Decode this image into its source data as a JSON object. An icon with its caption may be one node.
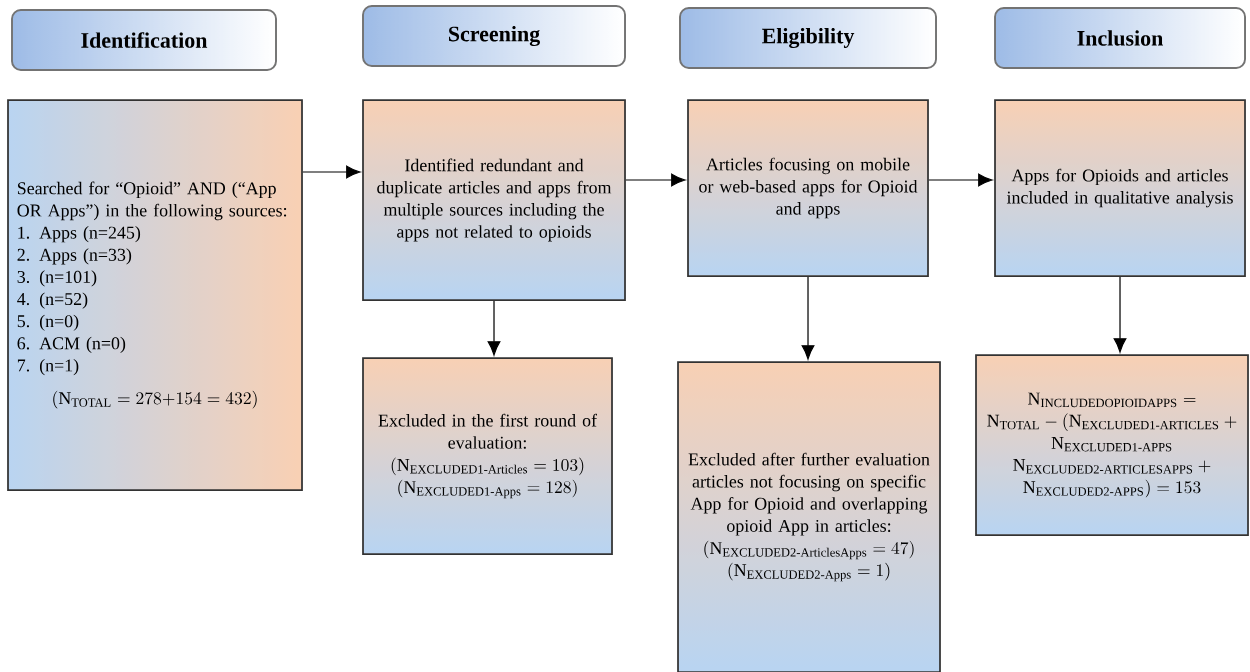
{
  "diagram": {
    "nodes": [
      {
        "text": [
          "Identification"
        ]
      },
      {
        "text": [
          "Screening"
        ]
      },
      {
        "text": [
          "Eligibility"
        ]
      },
      {
        "text": [
          "Inclusion"
        ]
      },
      {
        "text": [
          "Searched for “Opioid” AND (“App OR Apps”) in the following sources:",
          "1. Apps (n=245)",
          "2. Apps (n=33)",
          "3. (n=101)",
          "4. (n=52)",
          "5. (n=0)",
          "6. ACM (n=0)",
          "7. (n=1)",
          "(\\mathrm{N}_{\\text{TOTAL}} = 278{+}154 = 432)"
        ]
      },
      {
        "text": [
          "Identified redundant and duplicate articles and apps from multiple sources including the apps not related to opioids"
        ]
      },
      {
        "text": [
          "Articles focusing on mobile or web-based apps for Opioid and apps"
        ]
      },
      {
        "text": [
          "Apps for Opioids and articles included in qualitative analysis"
        ]
      },
      {
        "text": [
          "Excluded in the first round of evaluation:",
          "(\\mathrm{N}_{\\text{EXCLUDED1-Articles}} = 103)",
          "(\\mathrm{N}_{\\text{EXCLUDED1-Apps}} = 128)"
        ]
      },
      {
        "text": [
          "Excluded after further evaluation articles not focusing on specific App for Opioid and overlapping opioid App in articles:",
          "(\\mathrm{N}_{\\text{EXCLUDED2-ArticlesApps}} = \\allowbreak 47)",
          "(\\mathrm{N}_{\\text{EXCLUDED2-Apps}} = 1)"
        ]
      },
      {
        "text": [
          "\\mathrm{N}_{\\text{INCLUDEDOPIOIDAPPS}} = \\allowbreak \\mathrm{N}_{\\text{TOTAL}} - (\\mathrm{N}_{\\text{EXCLUDED1-ARTICLES}} + \\allowbreak \\mathrm{N}_{\\text{EXCLUDED1-APPS}} \\allowbreak\\; \\mathrm{N}_{\\text{EXCLUDED2-ARTICLESAPPS}} + \\allowbreak \\mathrm{N}_{\\text{EXCLUDED2-APPS}}) = 153"
        ]
      }
    ],
    "edges": [
      {
        "from": 4,
        "to": 5,
        "arrow": "to"
      },
      {
        "from": 5,
        "to": 6,
        "arrow": "to"
      },
      {
        "from": 6,
        "to": 7,
        "arrow": "to"
      },
      {
        "from": 5,
        "to": 8,
        "arrow": "to"
      },
      {
        "from": 6,
        "to": 9,
        "arrow": "to"
      },
      {
        "from": 7,
        "to": 10,
        "arrow": "to"
      }
    ]
  }
}
